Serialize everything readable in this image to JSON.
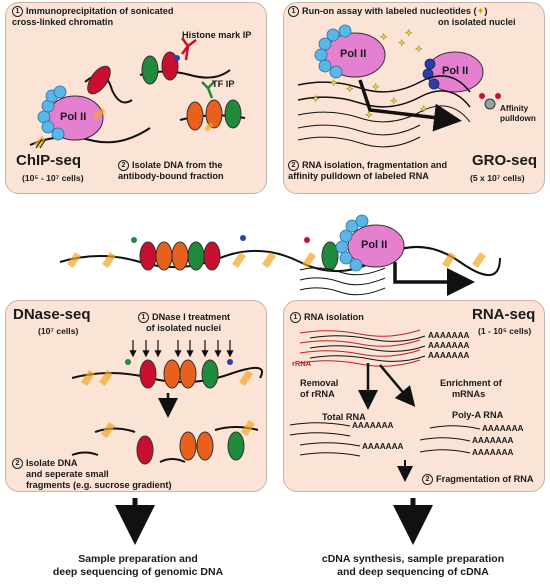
{
  "chipseq": {
    "step1_l1": "Immunoprecipitation of sonicated",
    "step1_l2": "cross-linked chromatin",
    "histone_label": "Histone mark IP",
    "tf_label": "TF IP",
    "polii": "Pol II",
    "title": "ChIP-seq",
    "cells": "(10⁵ - 10⁷ cells)",
    "step2_l1": "Isolate DNA from the",
    "step2_l2": "antibody-bound fraction"
  },
  "groseq": {
    "step1_l1": "Run-on assay with labeled nucleotides (",
    "step1_l1b": ")",
    "step1_l2": "on isolated nuclei",
    "polii_a": "Pol II",
    "polii_b": "Pol II",
    "affinity_l1": "Affinity",
    "affinity_l2": "pulldown",
    "step2_l1": "RNA isolation, fragmentation and",
    "step2_l2": "affinity pulldown of labeled RNA",
    "title": "GRO-seq",
    "cells": "(5 x 10⁷ cells)"
  },
  "center": {
    "polii": "Pol II"
  },
  "dnaseseq": {
    "title": "DNase-seq",
    "cells": "(10⁷ cells)",
    "step1_l1": "DNase I treatment",
    "step1_l2": "of isolated nuclei",
    "step2_l1": "Isolate DNA",
    "step2_l2": "and seperate small",
    "step2_l3": "fragments (e.g. sucrose gradient)"
  },
  "rnaseq": {
    "step1": "RNA isolation",
    "title": "RNA-seq",
    "cells": "(1 - 10⁵ cells)",
    "rrna": "rRNA",
    "polya_tag": "AAAAAAA",
    "removal_l1": "Removal",
    "removal_l2": "of rRNA",
    "enrich_l1": "Enrichment of",
    "enrich_l2": "mRNAs",
    "total": "Total RNA",
    "polya": "Poly-A RNA",
    "step2": "Fragmentation of RNA"
  },
  "bottom": {
    "left_l1": "Sample preparation and",
    "left_l2": "deep sequencing of genomic DNA",
    "right_l1": "cDNA synthesis, sample preparation",
    "right_l2": "and deep sequencing of cDNA"
  },
  "step_numbers": {
    "one": "1",
    "two": "2"
  },
  "colors": {
    "panel_fill": "#fbe3d6",
    "polii": "#e57fd0",
    "polii_beads": "#5ab5e8",
    "nucleosome_red": "#c8102e",
    "nucleosome_orange": "#e8601c",
    "nucleosome_green": "#1f8a3a",
    "dna_highlight": "#f5a623",
    "rrna": "#c0202a"
  }
}
